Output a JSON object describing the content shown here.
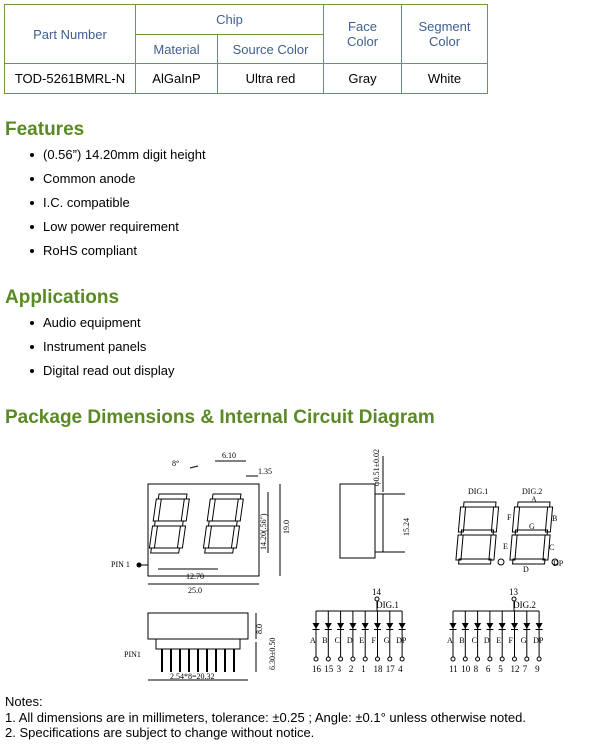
{
  "table": {
    "headers": {
      "part_number": "Part Number",
      "chip": "Chip",
      "material": "Material",
      "source_color": "Source Color",
      "face_color": [
        "Face",
        "Color"
      ],
      "segment_color": [
        "Segment",
        "Color"
      ]
    },
    "row": {
      "part_number": "TOD-5261BMRL-N",
      "material": "AlGaInP",
      "source_color": "Ultra red",
      "face_color": "Gray",
      "segment_color": "White"
    },
    "border_color": "#6a9b35",
    "header_text_color": "#3e5f8f"
  },
  "features": {
    "title": "Features",
    "items": [
      "(0.56”) 14.20mm digit height",
      "Common anode",
      "I.C. compatible",
      "Low power requirement",
      "RoHS compliant"
    ]
  },
  "applications": {
    "title": "Applications",
    "items": [
      "Audio equipment",
      "Instrument panels",
      "Digital read out display"
    ]
  },
  "package": {
    "title": "Package Dimensions & Internal Circuit Diagram",
    "front_dims": [
      "8°",
      "6.10",
      "1.35",
      "14.20(.56\")",
      "19.0",
      "12.70",
      "25.0",
      "PIN 1"
    ],
    "side_dims": [
      "φ0.51±0.02",
      "15.24"
    ],
    "bottom_dims": [
      "8.0",
      "PIN1",
      "6.30±0.50",
      "2.54*8=20.32"
    ],
    "digit_labels": {
      "dig1": "DIG.1",
      "dig2": "DIG.2"
    },
    "segments": {
      "a": "A",
      "b": "B",
      "c": "C",
      "d": "D",
      "e": "E",
      "f": "F",
      "g": "G",
      "dp": "DP"
    },
    "circuit": {
      "dig1_label": "DIG.1",
      "dig1_common_pin": "14",
      "dig2_label": "DIG.2",
      "dig2_common_pin": "13",
      "seg_letters": [
        "A",
        "B",
        "C",
        "D",
        "E",
        "F",
        "G",
        "DP"
      ],
      "dig1_pins": [
        "16",
        "15",
        "3",
        "2",
        "1",
        "18",
        "17",
        "4"
      ],
      "dig2_pins": [
        "11",
        "10",
        "8",
        "6",
        "5",
        "12",
        "7",
        "9"
      ]
    }
  },
  "notes": {
    "title": "Notes:",
    "items": [
      "1. All dimensions are in millimeters, tolerance: ±0.25 ; Angle: ±0.1° unless otherwise noted.",
      "2. Specifications are subject to change without notice."
    ]
  },
  "colors": {
    "accent_green": "#5a8a25"
  }
}
